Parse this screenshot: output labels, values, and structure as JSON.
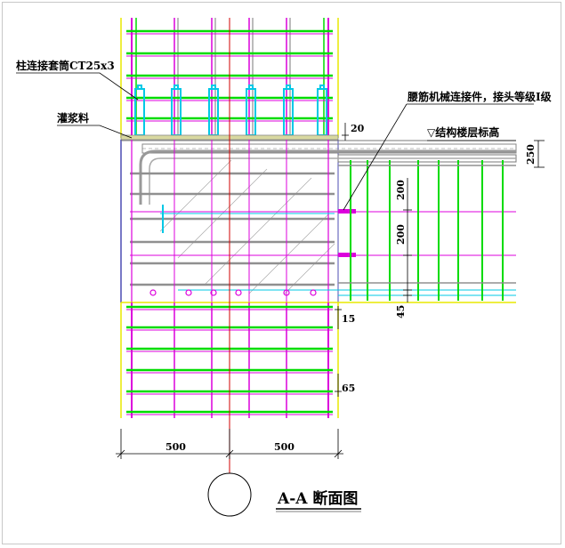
{
  "drawing": {
    "title": "A-A 断面图",
    "labels": {
      "column_sleeve": "柱连接套筒CT25x3",
      "grout": "灌浆料",
      "beam_connector": "腰筋机械连接件，接头等级I级",
      "floor_level": "▽结构楼层标高"
    },
    "dimensions": {
      "d20": "20",
      "d250": "250",
      "d200a": "200",
      "d200b": "200",
      "d45": "45",
      "d15": "15",
      "d65": "65",
      "d500_left": "500",
      "d500_right": "500"
    },
    "colors": {
      "green": "#00dc00",
      "magenta": "#dc00dc",
      "cyan": "#00c8e6",
      "red": "#d20000",
      "yellow": "#e8e800",
      "gray": "#787878",
      "navy": "#2020a0"
    }
  }
}
